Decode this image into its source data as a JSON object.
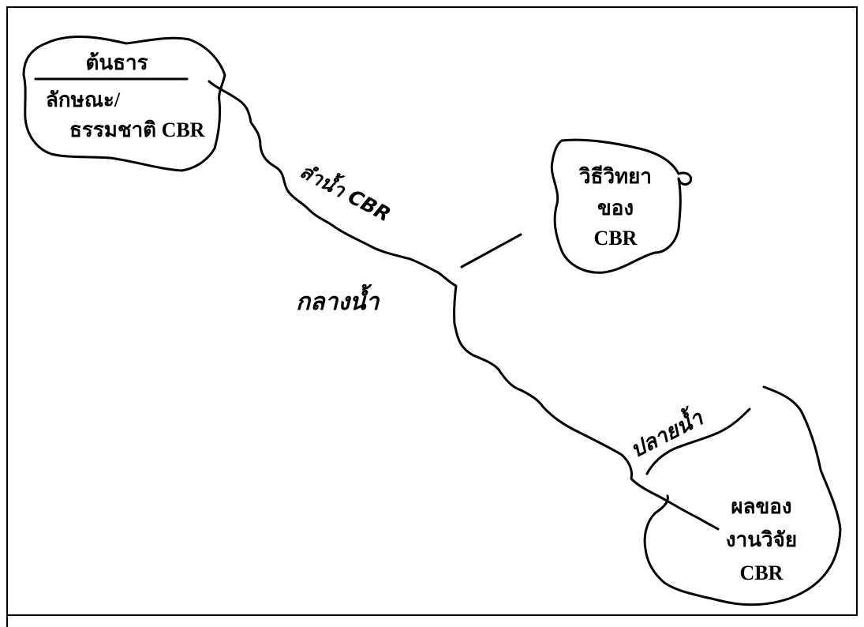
{
  "diagram": {
    "source_box": {
      "title": "ต้นธาร",
      "line1": "ลักษณะ/",
      "line2": "ธรรมชาติ CBR"
    },
    "stream_label": "ลำน้ำ CBR",
    "midstream_label": "กลางน้ำ",
    "downstream_label": "ปลายน้ำ",
    "methodology_box": {
      "line1": "วิธีวิทยา",
      "line2": "ของ",
      "line3": "CBR"
    },
    "results_box": {
      "line1": "ผลของ",
      "line2": "งานวิจัย",
      "line3": "CBR"
    }
  }
}
